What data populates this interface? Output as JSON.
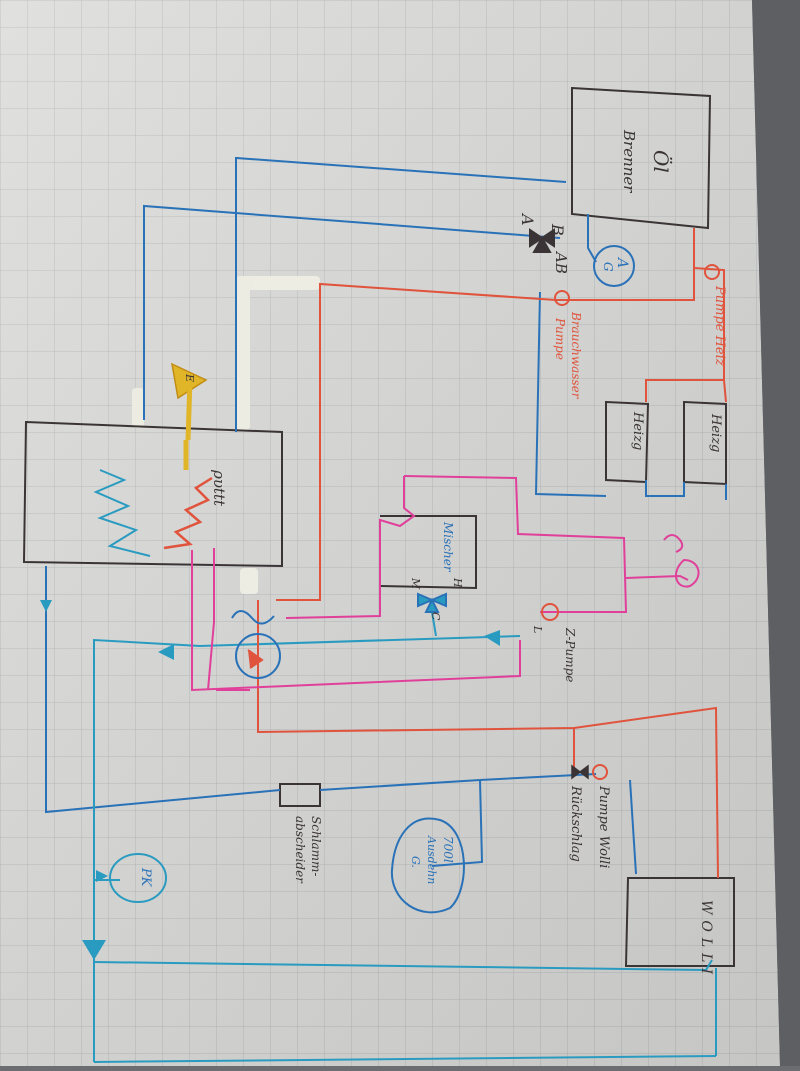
{
  "colors": {
    "paper": "#dcdcda",
    "grid": "#b9bcc0",
    "ink_black": "#3b3436",
    "ink_blue": "#2a72b8",
    "ink_cyan": "#2a9bc0",
    "ink_red": "#e0533c",
    "ink_magenta": "#e0409a",
    "ink_yellow": "#e0b528",
    "correction_white": "#efeee4"
  },
  "labels": {
    "oel_title": "Öl",
    "oel_sub": "Brenner",
    "ag_top": "A",
    "ag_bottom": "G",
    "valve_b": "B",
    "valve_a": "A",
    "valve_ab": "AB",
    "pumpe_heiz": "Pumpe Heiz",
    "brauchwasser_line1": "Brauchwasser",
    "brauchwasser_line2": "Pumpe",
    "heizung_1": "Heizg",
    "heizung_2": "Heizg",
    "mischer": "Mischer",
    "mischer_h": "H",
    "mischer_m": "M",
    "mischer_c": "C",
    "z_pumpe": "Z-Pumpe",
    "z_pumpe_l": "L",
    "pumpe_wolli": "Pumpe Wolli",
    "rueckschlag": "Rückschlag",
    "schlamm_line1": "Schlamm-",
    "schlamm_line2": "abscheider",
    "ausdehn_line1": "700l",
    "ausdehn_line2": "Ausdehn",
    "ausdehn_line3": "G.",
    "pk_label": "PK",
    "wolli_label": "WOLLI",
    "tank_scribble": "ρυttt",
    "heater_e": "E"
  }
}
